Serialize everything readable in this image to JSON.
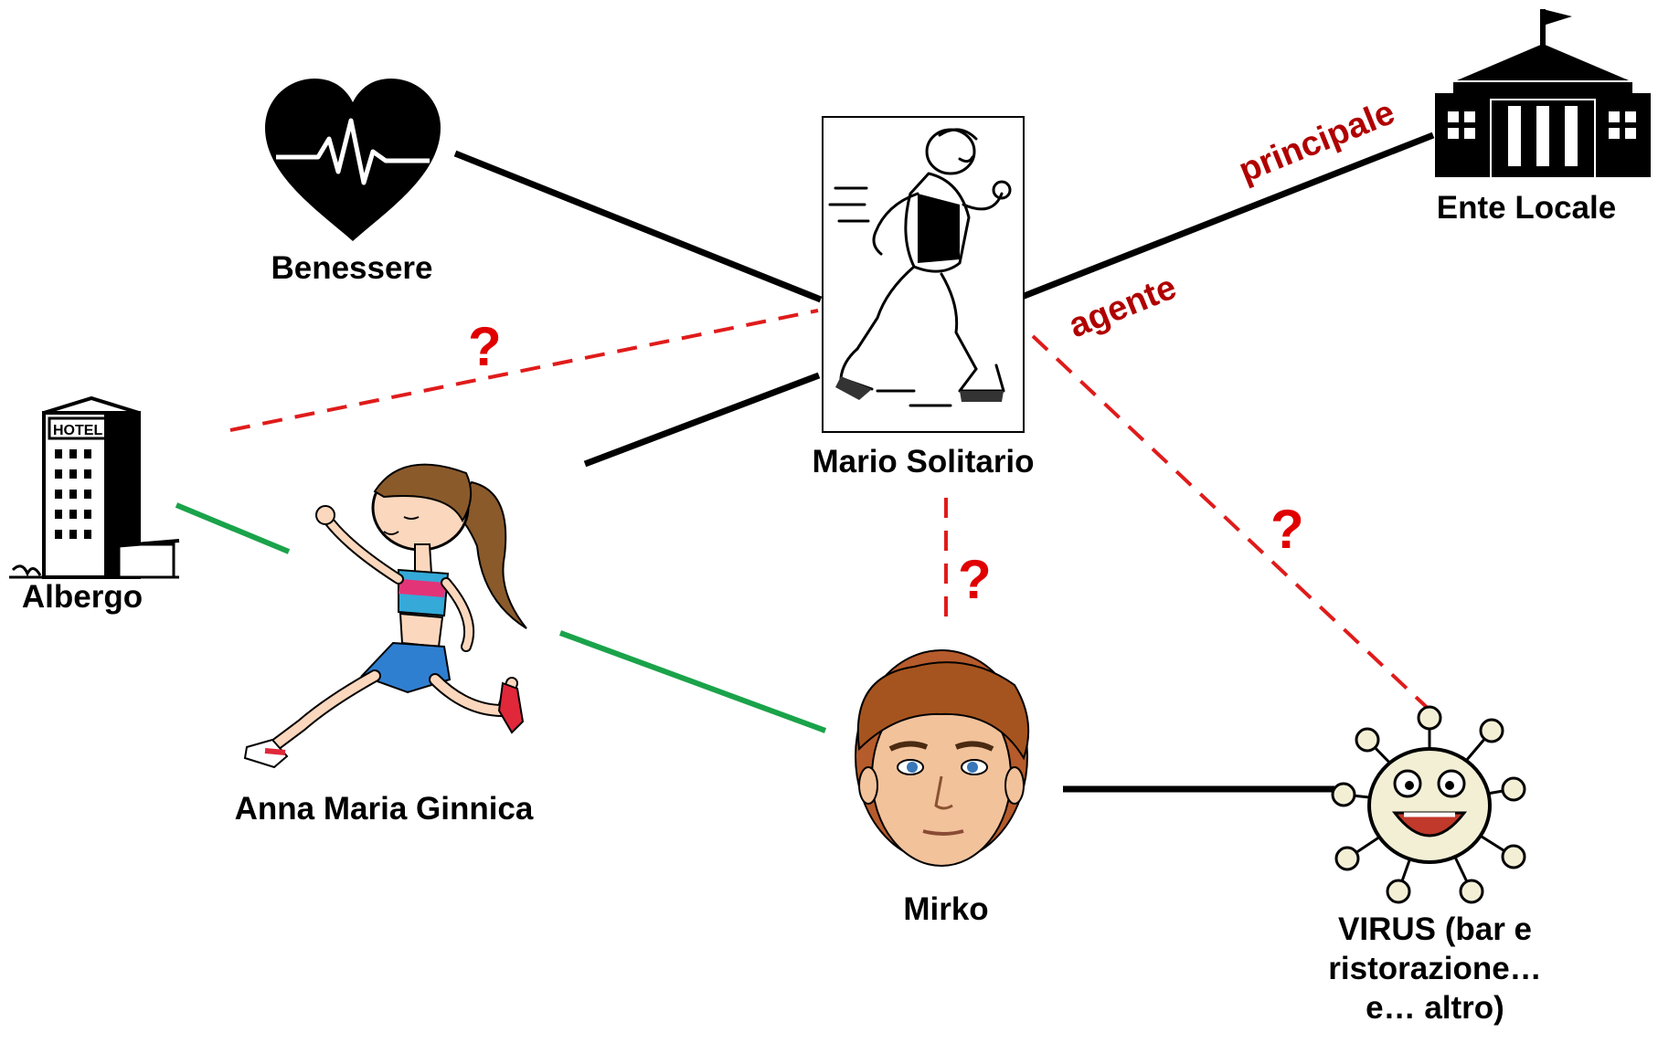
{
  "nodes": {
    "benessere": {
      "label": "Benessere",
      "icon": "heart-pulse-icon"
    },
    "ente_locale": {
      "label": "Ente Locale",
      "icon": "town-hall-icon"
    },
    "mario": {
      "label": "Mario Solitario",
      "icon": "runner-man-sketch"
    },
    "albergo": {
      "label": "Albergo",
      "icon": "hotel-building-icon"
    },
    "anna": {
      "label": "Anna Maria Ginnica",
      "icon": "running-woman-cartoon"
    },
    "mirko": {
      "label": "Mirko",
      "icon": "man-face-cartoon"
    },
    "virus": {
      "label_lines": [
        "VIRUS (bar e",
        "ristorazione…",
        "e… altro)"
      ],
      "icon": "virus-cartoon-icon"
    }
  },
  "edge_labels": {
    "principale": "principale",
    "agente": "agente"
  },
  "question_mark": "?",
  "colors": {
    "solid_edge": "#000000",
    "uncertain_edge": "#e01b1b",
    "positive_edge": "#1aa34a",
    "edge_label_text": "#b00000"
  }
}
